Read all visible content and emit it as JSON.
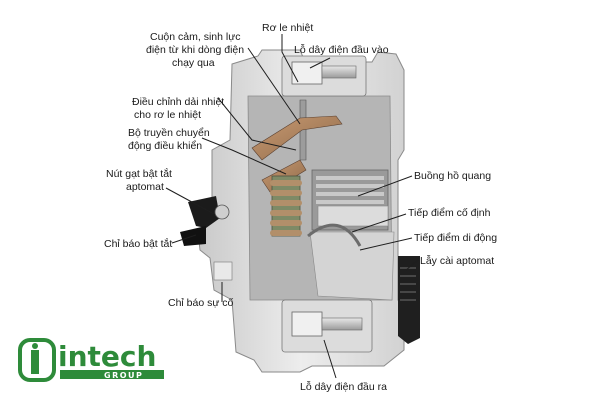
{
  "diagram": {
    "labels": {
      "coil": [
        "Cuộn cảm, sinh lực",
        "điện từ khi dòng điện",
        "chạy qua"
      ],
      "thermal_relay": "Rơ le nhiệt",
      "input_terminal": "Lỗ dây điện đầu vào",
      "thermal_adjust": [
        "Điều chỉnh dải nhiệt",
        "cho rơ le nhiệt"
      ],
      "control_transmission": [
        "Bộ truyền chuyển",
        "động điều khiển"
      ],
      "arc_chamber": "Buồng hồ quang",
      "toggle": [
        "Nút gạt bật tắt",
        "aptomat"
      ],
      "fixed_contact": "Tiếp điểm cố định",
      "moving_contact": "Tiếp điểm di động",
      "mount_latch": "Lẫy cài aptomat",
      "on_off_indicator": "Chỉ báo bật tắt",
      "fault_indicator": "Chỉ báo sự cố",
      "output_terminal": "Lỗ dây điện đầu ra"
    }
  },
  "logo": {
    "name": "intech",
    "sub": "GROUP",
    "brand_color": "#2e8b3a"
  }
}
